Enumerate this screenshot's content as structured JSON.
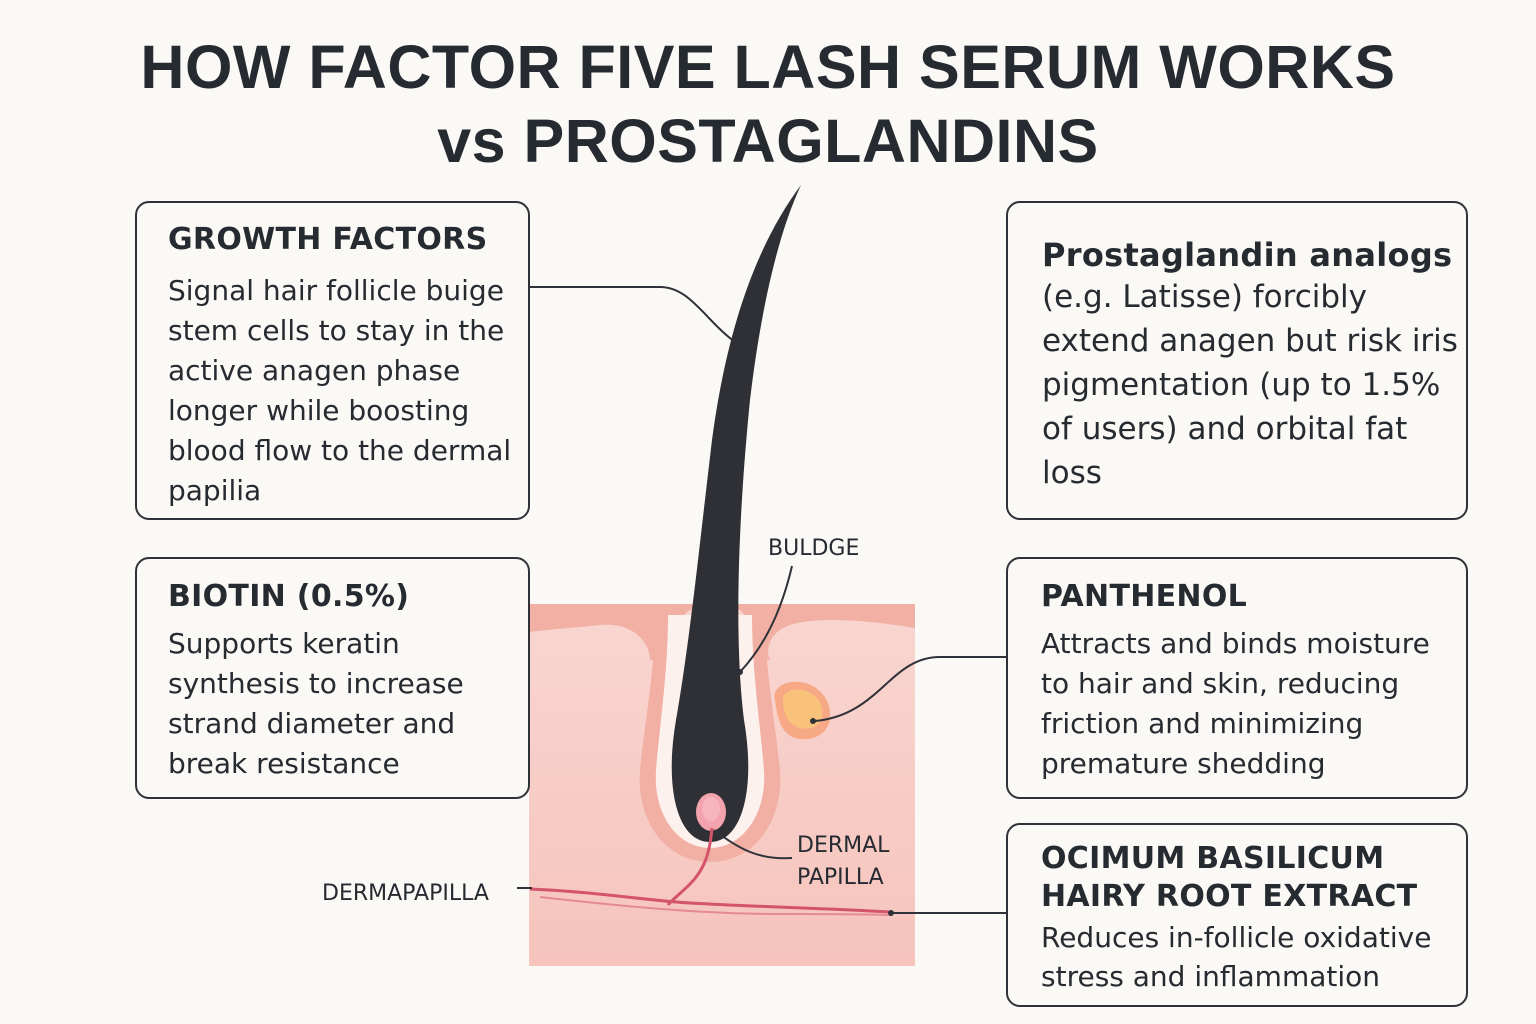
{
  "title": {
    "line1": "HOW FACTOR FIVE LASH SERUM WORKS",
    "line2": "vs PROSTAGLANDINS"
  },
  "cards": {
    "growth_factors": {
      "heading": "GROWTH FACTORS",
      "lines": [
        "Signal hair follicle buige",
        "stem cells to stay in the",
        "active anagen phase",
        "longer while boosting",
        "blood flow to the dermal",
        "papilia"
      ]
    },
    "biotin": {
      "heading": "BIOTIN (0.5%)",
      "lines": [
        "Supports keratin",
        "synthesis to increase",
        "strand diameter and",
        "break resistance"
      ]
    },
    "prostaglandin": {
      "heading": "Prostaglandin analogs",
      "lines": [
        "(e.g. Latisse) forcibly",
        "extend anagen but risk iris",
        "pigmentation (up to 1.5%",
        "of users) and orbital fat",
        "loss"
      ]
    },
    "panthenol": {
      "heading": "PANTHENOL",
      "lines": [
        "Attracts and binds moisture",
        "to hair and skin, reducing",
        "friction and minimizing",
        "premature shedding"
      ]
    },
    "ocimum": {
      "heading_lines": [
        "OCIMUM BASILICUM",
        "HAIRY ROOT EXTRACT"
      ],
      "lines": [
        "Reduces in-follicle oxidative",
        "stress and inflammation"
      ]
    }
  },
  "diagram_labels": {
    "bulge": "BULDGE",
    "dermal_papilla_line1": "DERMAL",
    "dermal_papilla_line2": "PAPILLA",
    "dermapapilla": "DERMAPAPILLA"
  },
  "colors": {
    "text": "#262a31",
    "background": "#fbf9f5",
    "skin_light": "#f8d4cf",
    "skin_mid": "#f2b3a8",
    "hair": "#2e3036",
    "papilla": "#f3a3ad",
    "vessel": "#d4546a",
    "gland": "#f7c07a"
  }
}
